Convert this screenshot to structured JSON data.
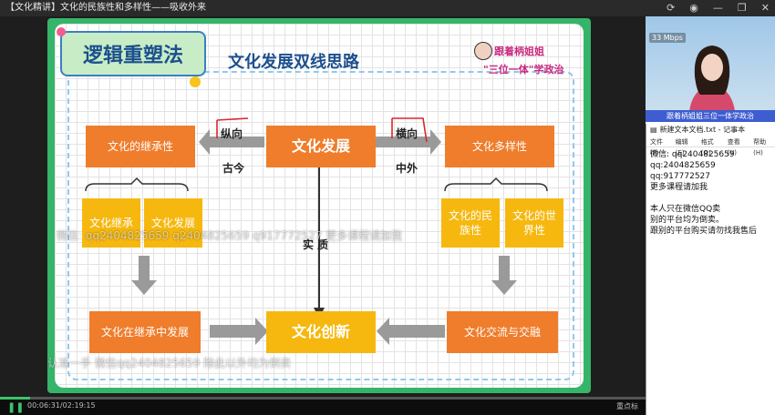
{
  "window": {
    "title": "【文化精讲】文化的民族性和多样性——吸收外来",
    "icons": [
      "refresh-icon",
      "eye-icon",
      "minimize-icon",
      "restore-icon",
      "close-icon"
    ]
  },
  "slide": {
    "badge": "逻辑重塑法",
    "title": "文化发展双线思路",
    "brand_line1": "跟着柄姐姐",
    "brand_line2": "\"三位一体\"学政治",
    "center": "文化发展",
    "left_top": "文化的继承性",
    "right_top": "文化多样性",
    "left_sub1": "文化继承",
    "left_sub2": "文化发展",
    "right_sub1": "文化的民族性",
    "right_sub2": "文化的世界性",
    "left_bottom": "文化在继承中发展",
    "right_bottom": "文化交流与交融",
    "result": "文化创新",
    "label_vertical": "纵向",
    "label_horizontal": "横向",
    "label_past": "古今",
    "label_foreign": "中外",
    "label_essence": "实 质",
    "colors": {
      "orange": "#ef7d2c",
      "yellow": "#f6b80f",
      "green": "#36b56a"
    }
  },
  "watermarks": {
    "line1": "微信: qq2404825659 q2404825659 q917772527 更多课程请加我",
    "line2": "认准一手  微信qq2404825659 除此以外均为倒卖"
  },
  "side": {
    "cam_logo": "33 Mbps",
    "cam_caption": "跟着柄姐姐三位一体学政治",
    "notepad_title": "新建文本文档.txt - 记事本",
    "menu": [
      "文件(F)",
      "编辑(E)",
      "格式(O)",
      "查看(V)",
      "帮助(H)"
    ],
    "lines": [
      "微信: qq2404825659",
      "qq:2404825659",
      "qq:917772527",
      "更多课程请加我",
      "",
      "本人只在微信QQ卖",
      "别的平台均为倒卖。",
      "跟别的平台购买请勿找我售后"
    ]
  },
  "player": {
    "time": "00:06:31/02:19:15",
    "progress": 0.047,
    "right_label": "重点标"
  }
}
